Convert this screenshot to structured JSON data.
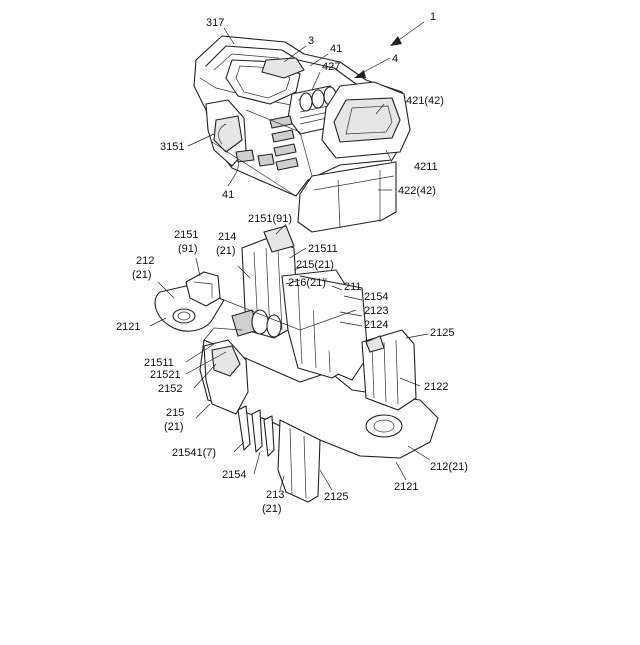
{
  "labels": {
    "l1": "1",
    "l317": "317",
    "l3": "3",
    "l41a": "41",
    "l427": "427",
    "l4": "4",
    "l421": "421(42)",
    "l3151": "3151",
    "l4211": "4211",
    "l41b": "41",
    "l422": "422(42)",
    "l2151_91a": "2151(91)",
    "l21511a": "21511",
    "l2151": "2151",
    "l91": "(91)",
    "l214": "214",
    "l21a": "(21)",
    "l215_21a": "215(21)",
    "l212": "212",
    "l21b": "(21)",
    "l216": "216(21)",
    "l211": "211",
    "l2154a": "2154",
    "l2123": "2123",
    "l2124": "2124",
    "l2121a": "2121",
    "l2125a": "2125",
    "l21511b": "21511",
    "l21521": "21521",
    "l2152": "2152",
    "l2122": "2122",
    "l215": "215",
    "l21c": "(21)",
    "l21541": "21541(7)",
    "l2154b": "2154",
    "l213": "213",
    "l21d": "(21)",
    "l2125b": "2125",
    "l2121b": "2121",
    "l212_21": "212(21)"
  }
}
